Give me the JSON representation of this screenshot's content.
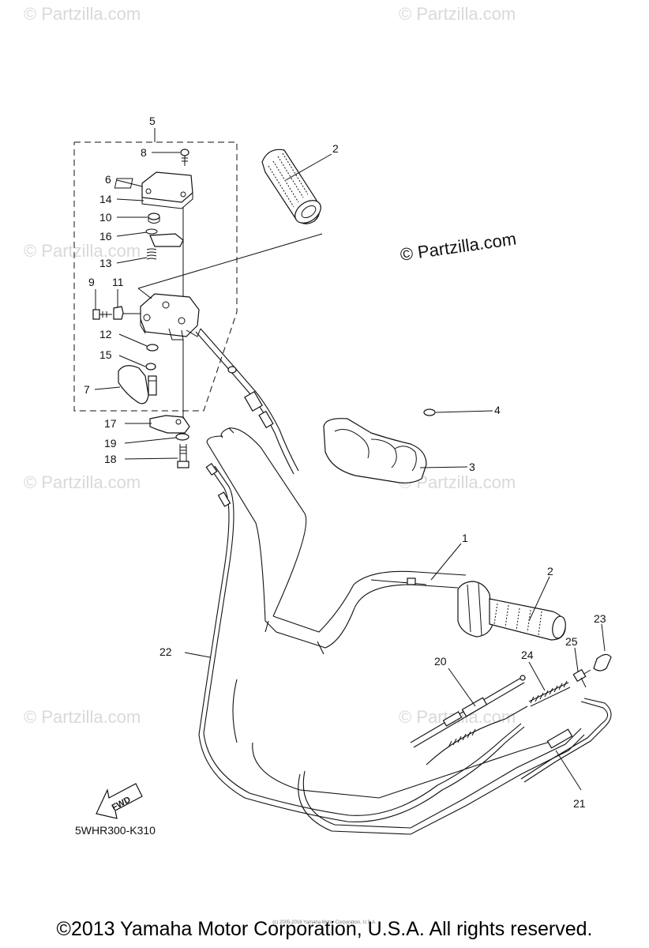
{
  "watermark": "© Partzilla.com",
  "brand_watermark": "© Partzilla.com",
  "diagram_code": "5WHR300-K310",
  "fwd_label": "FWD",
  "copyright": "©2013 Yamaha Motor Corporation, U.S.A. All rights reserved.",
  "fine_print": "(c) 2005-2016 Yamaha Motor Corporation, U.S.A.",
  "callouts": {
    "c1": "1",
    "c2a": "2",
    "c2b": "2",
    "c3": "3",
    "c4": "4",
    "c5": "5",
    "c6": "6",
    "c7": "7",
    "c8": "8",
    "c9": "9",
    "c10": "10",
    "c11": "11",
    "c12": "12",
    "c13": "13",
    "c14": "14",
    "c15": "15",
    "c16": "16",
    "c17": "17",
    "c18": "18",
    "c19": "19",
    "c20": "20",
    "c21": "21",
    "c22": "22",
    "c23": "23",
    "c24": "24",
    "c25": "25"
  }
}
